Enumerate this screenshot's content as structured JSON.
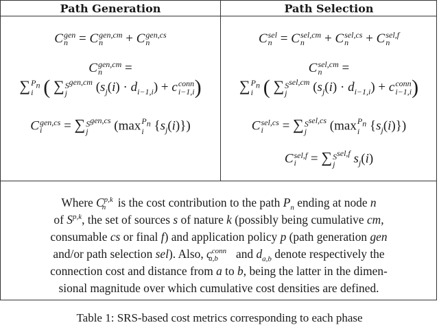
{
  "table": {
    "headers": [
      "Path Generation",
      "Path Selection"
    ],
    "generation": {
      "eq_total": {
        "lhs": "C_n^{gen}",
        "rhs": "C_n^{gen,cm} + C_n^{gen,cs}"
      },
      "eq_cm": {
        "lhs": "C_n^{gen,cm} =",
        "rhs": "sum_i^{P_n} ( sum_j^{S^{gen,cm}} (s_j(i) · d_{i-1,i}) + c_{i-1,i}^{conn} )"
      },
      "eq_cs": {
        "lhs": "C_i^{gen,cs}",
        "rhs": "sum_j^{S^{gen,cs}} (max_i^{P_n} {s_j(i)})"
      }
    },
    "selection": {
      "eq_total": {
        "lhs": "C_n^{sel}",
        "rhs": "C_n^{sel,cm} + C_n^{sel,cs} + C_n^{sel,f}"
      },
      "eq_cm": {
        "lhs": "C_n^{sel,cm} =",
        "rhs": "sum_i^{P_n} ( sum_j^{S^{sel,cm}} (s_j(i) · d_{i-1,i}) + c_{i-1,i}^{conn} )"
      },
      "eq_cs": {
        "lhs": "C_i^{sel,cs}",
        "rhs": "sum_j^{S^{sel,cs}} (max_i^{P_n} {s_j(i)})"
      },
      "eq_f": {
        "lhs": "C_i^{sel,f}",
        "rhs": "sum_j^{S^{sel,f}} s_j(i)"
      }
    },
    "note": "Where C_n^{p,k} is the cost contribution to the path P_n ending at node n of S^{p,k}, the set of sources s of nature k (possibly being cumulative cm, consumable cs or final f) and application policy p (path generation gen and/or path selection sel). Also, c_{a,b}^{conn} and d_{a,b} denote respectively the connection cost and distance from a to b, being the latter in the dimensional magnitude over which cumulative cost densities are defined."
  },
  "text": {
    "gen": "gen",
    "sel": "sel",
    "cm": "cm",
    "cs": "cs",
    "f": "f",
    "n": "n",
    "i": "i",
    "j": "j",
    "conn": "conn",
    "note_parts": {
      "p1": "Where ",
      "p2": " is the cost contribution to the path ",
      "p3": " ending at node ",
      "p4": "of ",
      "p5": ", the set of sources ",
      "p6": " of nature ",
      "p7": " (possibly being cumulative ",
      "p8": ",",
      "p9": "consumable ",
      "p10": " or final ",
      "p11": ") and application policy ",
      "p12": " (path generation ",
      "p13": "and/or path selection ",
      "p14": "). Also, ",
      "p15": " and ",
      "p16": " denote respectively the",
      "p17": "connection cost and distance from ",
      "p18": " to ",
      "p19": ", being the latter in the dimen-",
      "p20": "sional magnitude over which cumulative cost densities are defined."
    }
  },
  "caption": "Table 1: SRS-based cost metrics corresponding to each phase"
}
